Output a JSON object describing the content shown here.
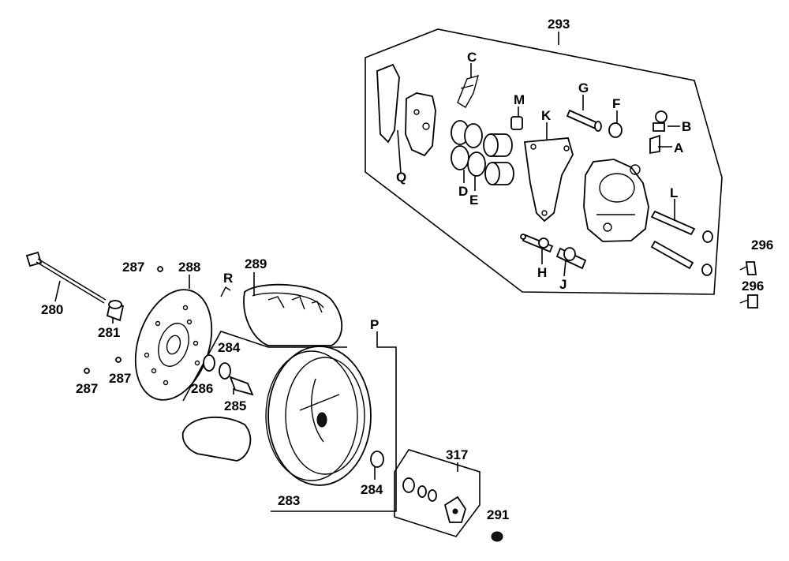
{
  "labels": {
    "l293": "293",
    "lC": "C",
    "lM": "M",
    "lG": "G",
    "lK": "K",
    "lF": "F",
    "lB": "B",
    "lA": "A",
    "lQ": "Q",
    "lD": "D",
    "lE": "E",
    "lL": "L",
    "lH": "H",
    "lJ": "J",
    "l296a": "296",
    "l296b": "296",
    "l280": "280",
    "l281": "281",
    "l287a": "287",
    "l288": "288",
    "l289": "289",
    "lR": "R",
    "l284a": "284",
    "l286": "286",
    "l285": "285",
    "l287b": "287",
    "l287c": "287",
    "lP": "P",
    "l283": "283",
    "l284b": "284",
    "l317": "317",
    "l291": "291"
  },
  "colors": {
    "ink": "#000000",
    "background": "#ffffff"
  }
}
